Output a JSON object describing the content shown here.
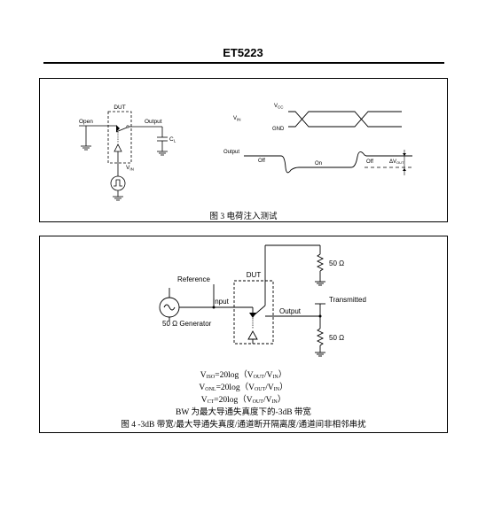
{
  "header": {
    "title": "ET5223"
  },
  "figure3": {
    "caption": "图 3  电荷注入测试",
    "labels": {
      "dut": "DUT",
      "open": "Open",
      "output": "Output",
      "cl": "C",
      "cl_sub": "L",
      "vin": "V",
      "vin_sub": "IN",
      "vcc": "V",
      "vcc_sub": "CC",
      "vin_wave": "V",
      "vin_wave_sub": "IN",
      "gnd": "GND",
      "output_wave": "Output",
      "off1": "Off",
      "on": "On",
      "off2": "Off",
      "dvout": "ΔV",
      "dvout_sub": "OUT"
    }
  },
  "figure4": {
    "caption": "图 4  -3dB 带宽/最大导通失真度/通道断开隔离度/通道间非相邻串扰",
    "labels": {
      "reference": "Reference",
      "dut": "DUT",
      "input": "Input",
      "output": "Output",
      "generator": "50 Ω Generator",
      "r_top": "50 Ω",
      "r_bottom": "50 Ω",
      "transmitted": "Transmitted"
    },
    "formulas": {
      "iso": {
        "lhs": "V",
        "lhs_sub": "ISO",
        "rhs": "=20log（V",
        "out_sub": "OUT",
        "mid": "/V",
        "in_sub": "IN",
        "end": "）"
      },
      "onl": {
        "lhs": "V",
        "lhs_sub": "ONL",
        "rhs": "=20log（V",
        "out_sub": "OUT",
        "mid": "/V",
        "in_sub": "IN",
        "end": "）"
      },
      "ct": {
        "lhs": "V",
        "lhs_sub": "CT",
        "rhs": "=20log（V",
        "out_sub": "OUT",
        "mid": "/V",
        "in_sub": "IN",
        "end": "）"
      },
      "bw": "BW 为最大导通失真度下的-3dB 带宽"
    }
  }
}
